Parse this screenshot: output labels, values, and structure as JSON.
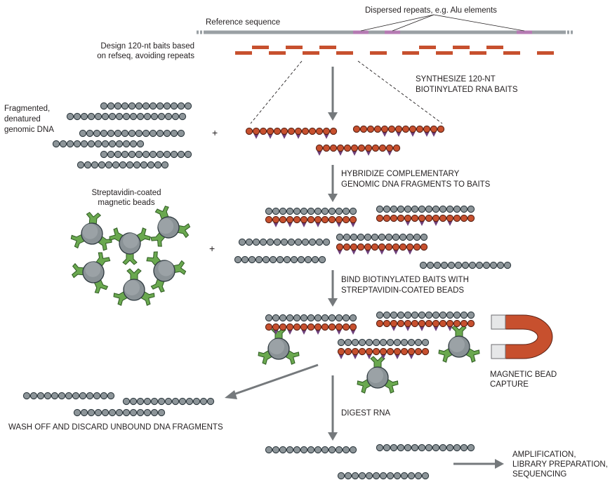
{
  "labels": {
    "reference_sequence": "Reference sequence",
    "dispersed_repeats": "Dispersed repeats, e.g. Alu elements",
    "design_line1": "Design 120-nt baits based",
    "design_line2": "on refseq, avoiding repeats",
    "synthesize_line1": "SYNTHESIZE 120-NT",
    "synthesize_line2": "BIOTINYLATED RNA BAITS",
    "fragmented_line1": "Fragmented,",
    "fragmented_line2": "denatured",
    "fragmented_line3": "genomic DNA",
    "plus": "+",
    "hybridize_line1": "HYBRIDIZE COMPLEMENTARY",
    "hybridize_line2": "GENOMIC DNA FRAGMENTS TO BAITS",
    "beads_line1": "Streptavidin-coated",
    "beads_line2": "magnetic beads",
    "bind_line1": "BIND BIOTINYLATED BAITS WITH",
    "bind_line2": "STREPTAVIDIN-COATED BEADS",
    "magnetic_line1": "MAGNETIC BEAD",
    "magnetic_line2": "CAPTURE",
    "wash": "WASH OFF AND DISCARD UNBOUND DNA FRAGMENTS",
    "digest": "DIGEST RNA",
    "amp_line1": "AMPLIFICATION,",
    "amp_line2": "LIBRARY PREPARATION,",
    "amp_line3": "SEQUENCING"
  },
  "colors": {
    "dna_bead": "#8d9599",
    "rna_bead": "#c7502e",
    "biotin": "#6d3f7a",
    "streptavidin": "#6aa84f",
    "magnet": "#c7502e",
    "repeat": "#b57bb3",
    "reference": "#9aa0a4",
    "arrow": "#75797c"
  }
}
